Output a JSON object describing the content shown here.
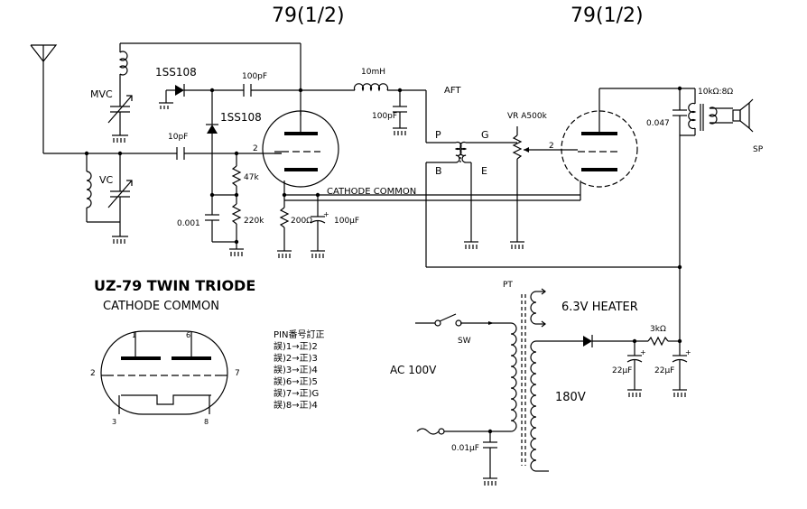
{
  "title_left": "79(1/2)",
  "title_right": "79(1/2)",
  "labels": {
    "mvc": "MVC",
    "vc": "VC",
    "diode1": "1SS108",
    "diode2": "1SS108",
    "cap_100pf": "100pF",
    "cap_10pf": "10pF",
    "inductor_10mh": "10mH",
    "cap_100pf_2": "100pF",
    "aft": "AFT",
    "vr": "VR A500k",
    "trans_out": "10kΩ:8Ω",
    "cap_047": "0.047",
    "sp": "SP",
    "res_47k": "47k",
    "res_220k": "220k",
    "cap_0001": "0.001",
    "res_200": "200Ω",
    "cap_100uf": "100μF",
    "cathode_common": "CATHODE  COMMON",
    "aft_p": "P",
    "aft_b": "B",
    "aft_g": "G",
    "aft_e": "E",
    "pin2_left": "2",
    "pin2_right": "2",
    "pt": "PT",
    "heater": "6.3V HEATER",
    "sw": "SW",
    "ac": "AC 100V",
    "res_3k": "3kΩ",
    "cap_22uf_1": "22μF",
    "cap_22uf_2": "22μF",
    "v180": "180V",
    "cap_001uf": "0.01μF",
    "tube_title": "UZ-79 TWIN TRIODE",
    "tube_subtitle": "CATHODE COMMON",
    "pin1": "1",
    "pin6": "6",
    "pin2": "2",
    "pin7": "7",
    "pin3": "3",
    "pin8": "8"
  },
  "pin_corrections": {
    "title": "PIN番号訂正",
    "lines": [
      "誤)1→正)2",
      "誤)2→正)3",
      "誤)3→正)4",
      "誤)6→正)5",
      "誤)7→正)G",
      "誤)8→正)4"
    ]
  }
}
